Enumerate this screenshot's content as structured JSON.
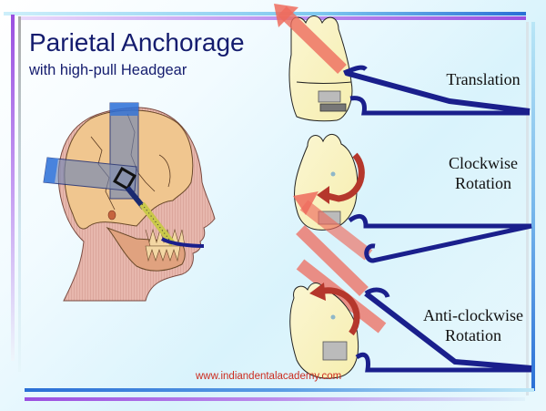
{
  "slide": {
    "title": "Parietal Anchorage",
    "subtitle": "with high-pull Headgear",
    "footer_url": "www.indiandentalacademy.com"
  },
  "labels": {
    "translation": "Translation",
    "clockwise_line1": "Clockwise",
    "clockwise_line2": "Rotation",
    "anticlockwise_line1": "Anti-clockwise",
    "anticlockwise_line2": "Rotation"
  },
  "colors": {
    "title": "#141c6e",
    "facebow_wire": "#1a1f8c",
    "force_arrow": "#f07a6a",
    "rotation_arrow": "#b5372c",
    "footer": "#cc2b1e",
    "border_blue": "#2a6fd6",
    "border_purple": "#9a4fe0"
  },
  "diagram_parts": [
    "head-profile",
    "headgear-strap-vertical",
    "headgear-strap-horizontal",
    "facebow",
    "molar-translation",
    "molar-clockwise",
    "molar-anticlockwise"
  ]
}
